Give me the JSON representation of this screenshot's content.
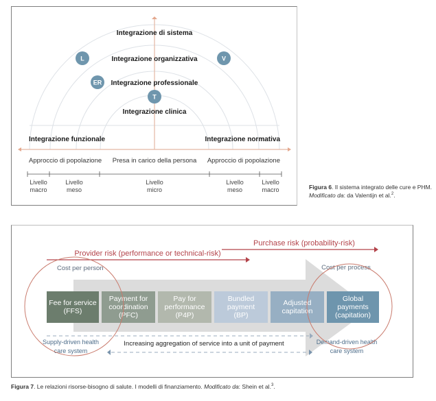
{
  "figure6": {
    "arcs": {
      "system": "Integrazione di sistema",
      "organizational": "Integrazione organizzativa",
      "professional": "Integrazione professionale",
      "clinical": "Integrazione clinica"
    },
    "side_labels": {
      "functional": "Integrazione funzionale",
      "normative": "Integrazione normativa"
    },
    "badges": [
      "L",
      "V",
      "ER",
      "T"
    ],
    "approaches": {
      "left": "Approccio di popolazione",
      "center": "Presa in carico della persona",
      "right": "Approccio di popolazione"
    },
    "levels": [
      {
        "line1": "Livello",
        "line2": "macro"
      },
      {
        "line1": "Livello",
        "line2": "meso"
      },
      {
        "line1": "Livello",
        "line2": "micro"
      },
      {
        "line1": "Livello",
        "line2": "meso"
      },
      {
        "line1": "Livello",
        "line2": "macro"
      }
    ],
    "caption": {
      "label": "Figura 6",
      "text": ". Il sistema integrato delle cure e PHM.",
      "source_label": "Modificato da",
      "source_text": ": da Valentijn et al.",
      "ref": "2",
      "end": "."
    },
    "colors": {
      "badge": "#6f96ad",
      "axis": "#e4b8a3",
      "arc": "#d9dde3"
    }
  },
  "figure7": {
    "provider_risk": "Provider risk (performance or technical-risk)",
    "purchase_risk": "Purchase risk (probability-risk)",
    "cost_per_person": "Cost per person",
    "cost_per_process": "Cost per process",
    "models": [
      {
        "line1": "Fee for service",
        "line2": "(FFS)",
        "line3": "",
        "color": "#6c7d6d"
      },
      {
        "line1": "Payment for",
        "line2": "coordination",
        "line3": "(PFC)",
        "color": "#8f9c90"
      },
      {
        "line1": "Pay for",
        "line2": "performance",
        "line3": "(P4P)",
        "color": "#b2b8ad"
      },
      {
        "line1": "Bundled",
        "line2": "payment",
        "line3": "(BP)",
        "color": "#bccada"
      },
      {
        "line1": "Adjusted",
        "line2": "capitation",
        "line3": "",
        "color": "#97afc3"
      },
      {
        "line1": "Global",
        "line2": "payments",
        "line3": "(capitation)",
        "color": "#6e95ad"
      }
    ],
    "supply_driven": {
      "line1": "Supply-driven health",
      "line2": "care system"
    },
    "demand_driven": {
      "line1": "Demand-driven health",
      "line2": "care system"
    },
    "aggregation": "Increasing aggregation of service into a unit of payment",
    "caption": {
      "label": "Figura 7",
      "text": ". Le relazioni risorse-bisogno di salute. I modelli di finanziamento. ",
      "source_label": "Modificato da",
      "source_text": ": Shein et al.",
      "ref": "3",
      "end": "."
    },
    "colors": {
      "risk": "#b3434a",
      "circle": "#c97a6c",
      "big_arrow": "#dcdcdc",
      "dashed": "#9aabbd"
    }
  }
}
